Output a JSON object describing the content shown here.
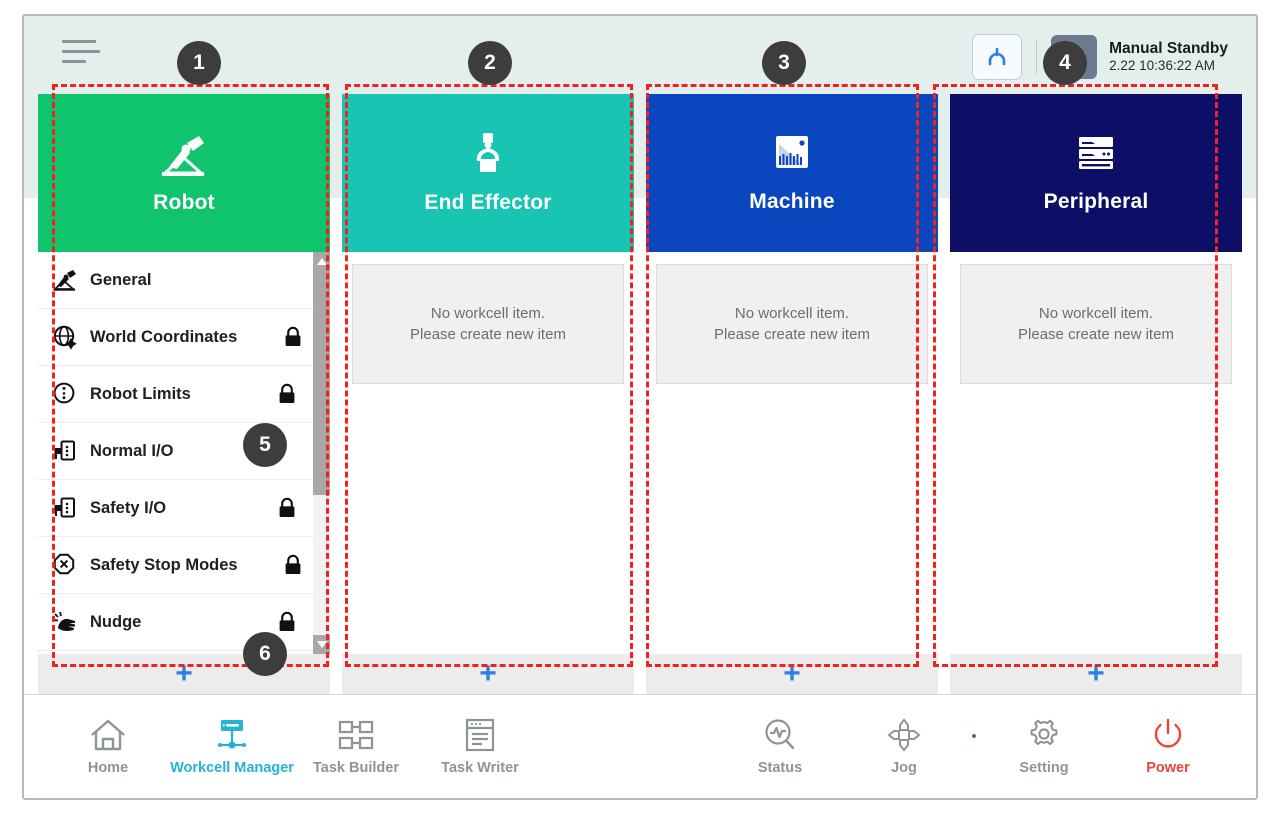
{
  "header": {
    "menu_icon": "hamburger-menu-icon",
    "home_button_icon": "robot-home-icon",
    "mode_icon": "manual-hand-icon",
    "mode_title": "Manual Standby",
    "mode_datetime": "2.22 10:36:22 AM"
  },
  "columns": [
    {
      "id": "robot",
      "title": "Robot",
      "icon": "robot-arm-icon",
      "color": "#10c46e",
      "add_label": "+",
      "items": [
        {
          "label": "General",
          "icon": "robot-arm-icon",
          "locked": false,
          "lock_far": false
        },
        {
          "label": "World Coordinates",
          "icon": "globe-coordinate-icon",
          "locked": true,
          "lock_far": false
        },
        {
          "label": "Robot Limits",
          "icon": "limits-circle-icon",
          "locked": true,
          "lock_far": true
        },
        {
          "label": "Normal I/O",
          "icon": "io-port-icon",
          "locked": false,
          "lock_far": false
        },
        {
          "label": "Safety I/O",
          "icon": "io-port-icon",
          "locked": true,
          "lock_far": true
        },
        {
          "label": "Safety Stop Modes",
          "icon": "stop-octagon-icon",
          "locked": true,
          "lock_far": false
        },
        {
          "label": "Nudge",
          "icon": "nudge-hand-icon",
          "locked": true,
          "lock_far": true
        }
      ]
    },
    {
      "id": "end-effector",
      "title": "End Effector",
      "icon": "gripper-icon",
      "color": "#18c4b2",
      "add_label": "+",
      "empty_line1": "No workcell item.",
      "empty_line2": "Please create new item"
    },
    {
      "id": "machine",
      "title": "Machine",
      "icon": "machine-icon",
      "color": "#0a46bd",
      "add_label": "+",
      "empty_line1": "No workcell item.",
      "empty_line2": "Please create new item"
    },
    {
      "id": "peripheral",
      "title": "Peripheral",
      "icon": "server-rack-icon",
      "color": "#0d0f66",
      "add_label": "+",
      "empty_line1": "No workcell item.",
      "empty_line2": "Please create new item"
    }
  ],
  "bottom_nav": {
    "left": [
      {
        "label": "Home",
        "icon": "home-icon",
        "active": false
      },
      {
        "label": "Workcell Manager",
        "icon": "workcell-node-icon",
        "active": true
      },
      {
        "label": "Task Builder",
        "icon": "task-builder-icon",
        "active": false
      },
      {
        "label": "Task Writer",
        "icon": "task-writer-icon",
        "active": false
      }
    ],
    "right": [
      {
        "label": "Status",
        "icon": "status-pulse-icon",
        "kind": "normal"
      },
      {
        "label": "Jog",
        "icon": "jog-arrows-icon",
        "kind": "normal"
      },
      {
        "label": "Setting",
        "icon": "gear-icon",
        "kind": "normal"
      },
      {
        "label": "Power",
        "icon": "power-icon",
        "kind": "power"
      }
    ]
  },
  "annotations": [
    {
      "number": "1"
    },
    {
      "number": "2"
    },
    {
      "number": "3"
    },
    {
      "number": "4"
    },
    {
      "number": "5"
    },
    {
      "number": "6"
    }
  ],
  "colors": {
    "annotation": "#f42020",
    "badge": "#3d3d3d",
    "accent_blue": "#2f7fe0",
    "active_nav": "#26b2d4",
    "power_red": "#e8453c",
    "band": "#e3efed"
  }
}
